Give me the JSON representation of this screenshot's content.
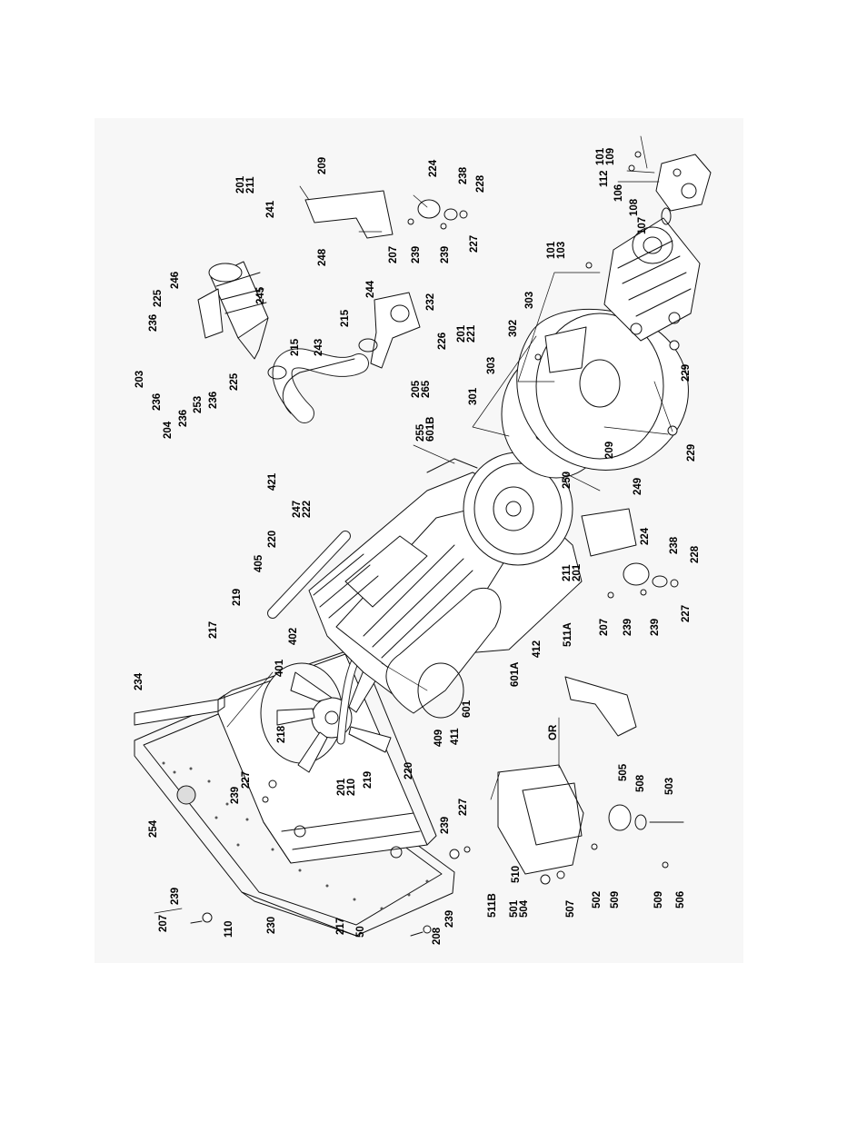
{
  "figure": {
    "type": "exploded-parts-diagram",
    "orientation": "rotated 90 degrees counter-clockwise"
  },
  "callouts": [
    {
      "id": "c01",
      "text": "101\n109"
    },
    {
      "id": "c02",
      "text": "112"
    },
    {
      "id": "c03",
      "text": "106"
    },
    {
      "id": "c04",
      "text": "108"
    },
    {
      "id": "c05",
      "text": "107"
    },
    {
      "id": "c06",
      "text": "101\n103"
    },
    {
      "id": "c07",
      "text": "303"
    },
    {
      "id": "c08",
      "text": "302"
    },
    {
      "id": "c09",
      "text": "303"
    },
    {
      "id": "c10",
      "text": "301"
    },
    {
      "id": "c11",
      "text": "229"
    },
    {
      "id": "c12",
      "text": "229"
    },
    {
      "id": "c13",
      "text": "209"
    },
    {
      "id": "c14",
      "text": "201\n211"
    },
    {
      "id": "c15",
      "text": "241"
    },
    {
      "id": "c16",
      "text": "248"
    },
    {
      "id": "c17",
      "text": "224"
    },
    {
      "id": "c18",
      "text": "238"
    },
    {
      "id": "c19",
      "text": "228"
    },
    {
      "id": "c20",
      "text": "207"
    },
    {
      "id": "c21",
      "text": "239"
    },
    {
      "id": "c22",
      "text": "239"
    },
    {
      "id": "c23",
      "text": "227"
    },
    {
      "id": "c24",
      "text": "225"
    },
    {
      "id": "c25",
      "text": "246"
    },
    {
      "id": "c26",
      "text": "236"
    },
    {
      "id": "c27",
      "text": "245"
    },
    {
      "id": "c28",
      "text": "203"
    },
    {
      "id": "c29",
      "text": "236"
    },
    {
      "id": "c30",
      "text": "204"
    },
    {
      "id": "c31",
      "text": "236"
    },
    {
      "id": "c32",
      "text": "253"
    },
    {
      "id": "c33",
      "text": "236"
    },
    {
      "id": "c34",
      "text": "225"
    },
    {
      "id": "c35",
      "text": "215"
    },
    {
      "id": "c36",
      "text": "243"
    },
    {
      "id": "c37",
      "text": "215"
    },
    {
      "id": "c38",
      "text": "244"
    },
    {
      "id": "c39",
      "text": "232"
    },
    {
      "id": "c40",
      "text": "226"
    },
    {
      "id": "c41",
      "text": "201\n221"
    },
    {
      "id": "c42",
      "text": "205\n265"
    },
    {
      "id": "c43",
      "text": "255\n601B"
    },
    {
      "id": "c44",
      "text": "421"
    },
    {
      "id": "c45",
      "text": "247\n222"
    },
    {
      "id": "c46",
      "text": "220"
    },
    {
      "id": "c47",
      "text": "405"
    },
    {
      "id": "c48",
      "text": "219"
    },
    {
      "id": "c49",
      "text": "217"
    },
    {
      "id": "c50",
      "text": "402"
    },
    {
      "id": "c51",
      "text": "401"
    },
    {
      "id": "c52",
      "text": "234"
    },
    {
      "id": "c53",
      "text": "218"
    },
    {
      "id": "c54",
      "text": "201\n210"
    },
    {
      "id": "c55",
      "text": "219"
    },
    {
      "id": "c56",
      "text": "220"
    },
    {
      "id": "c57",
      "text": "409"
    },
    {
      "id": "c58",
      "text": "411"
    },
    {
      "id": "c59",
      "text": "601"
    },
    {
      "id": "c60",
      "text": "601A"
    },
    {
      "id": "c61",
      "text": "412"
    },
    {
      "id": "c62",
      "text": "209"
    },
    {
      "id": "c63",
      "text": "250"
    },
    {
      "id": "c64",
      "text": "249"
    },
    {
      "id": "c65",
      "text": "211\n201"
    },
    {
      "id": "c66",
      "text": "224"
    },
    {
      "id": "c67",
      "text": "238"
    },
    {
      "id": "c68",
      "text": "228"
    },
    {
      "id": "c69",
      "text": "207"
    },
    {
      "id": "c70",
      "text": "239"
    },
    {
      "id": "c71",
      "text": "239"
    },
    {
      "id": "c72",
      "text": "227"
    },
    {
      "id": "c73",
      "text": "511A"
    },
    {
      "id": "c74",
      "text": "OR"
    },
    {
      "id": "c75",
      "text": "227"
    },
    {
      "id": "c76",
      "text": "239"
    },
    {
      "id": "c77",
      "text": "254"
    },
    {
      "id": "c78",
      "text": "239"
    },
    {
      "id": "c79",
      "text": "227"
    },
    {
      "id": "c80",
      "text": "230"
    },
    {
      "id": "c81",
      "text": "110"
    },
    {
      "id": "c82",
      "text": "207"
    },
    {
      "id": "c83",
      "text": "239"
    },
    {
      "id": "c84",
      "text": "217"
    },
    {
      "id": "c85",
      "text": "50"
    },
    {
      "id": "c86",
      "text": "208"
    },
    {
      "id": "c87",
      "text": "239"
    },
    {
      "id": "c88",
      "text": "505"
    },
    {
      "id": "c89",
      "text": "508"
    },
    {
      "id": "c90",
      "text": "503"
    },
    {
      "id": "c91",
      "text": "510"
    },
    {
      "id": "c92",
      "text": "511B"
    },
    {
      "id": "c93",
      "text": "501\n504"
    },
    {
      "id": "c94",
      "text": "507"
    },
    {
      "id": "c95",
      "text": "502"
    },
    {
      "id": "c96",
      "text": "509"
    },
    {
      "id": "c97",
      "text": "509"
    },
    {
      "id": "c98",
      "text": "506"
    }
  ]
}
